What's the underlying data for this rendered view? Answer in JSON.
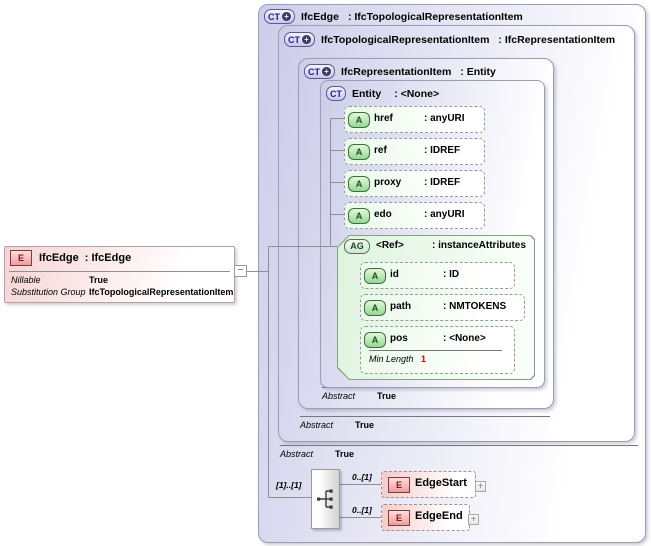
{
  "diagram": {
    "badges": {
      "complex_type": "CT",
      "attribute": "A",
      "attribute_group": "AG",
      "element": "E",
      "plus": "+",
      "expand": "+",
      "collapse": "−"
    },
    "element": {
      "name": "IfcEdge",
      "base": ": IfcEdge",
      "properties": [
        {
          "label": "Nillable",
          "value": "True"
        },
        {
          "label": "Substitution Group",
          "value": "IfcTopologicalRepresentationItem"
        }
      ]
    },
    "types": {
      "outer": {
        "name": "IfcEdge",
        "base": ": IfcTopologicalRepresentationItem",
        "abstract_label": "Abstract",
        "abstract_value": "True"
      },
      "mid": {
        "name": "IfcTopologicalRepresentationItem",
        "base": ": IfcRepresentationItem",
        "abstract_label": "Abstract",
        "abstract_value": "True"
      },
      "inner": {
        "name": "IfcRepresentationItem",
        "base": ": Entity",
        "abstract_label": "Abstract",
        "abstract_value": "True"
      },
      "entity": {
        "name": "Entity",
        "base": ": <None>"
      }
    },
    "entity_attributes": [
      {
        "name": "href",
        "type": ": anyURI"
      },
      {
        "name": "ref",
        "type": ": IDREF"
      },
      {
        "name": "proxy",
        "type": ": IDREF"
      },
      {
        "name": "edo",
        "type": ": anyURI"
      }
    ],
    "attribute_group": {
      "name": "<Ref>",
      "type": ": instanceAttributes",
      "attributes": [
        {
          "name": "id",
          "type": ": ID"
        },
        {
          "name": "path",
          "type": ": NMTOKENS"
        },
        {
          "name": "pos",
          "type": ": <None>",
          "facet_label": "Min Length",
          "facet_value": "1"
        }
      ]
    },
    "content_model": {
      "parent_cardinality": "[1]..[1]",
      "elements": [
        {
          "cardinality": "0..[1]",
          "name": "EdgeStart"
        },
        {
          "cardinality": "0..[1]",
          "name": "EdgeEnd"
        }
      ]
    },
    "colors": {
      "lavender": "#cdcdea",
      "pale_green": "#e9fae9",
      "pink": "#f6caca",
      "facet_red": "#cc0000"
    }
  }
}
